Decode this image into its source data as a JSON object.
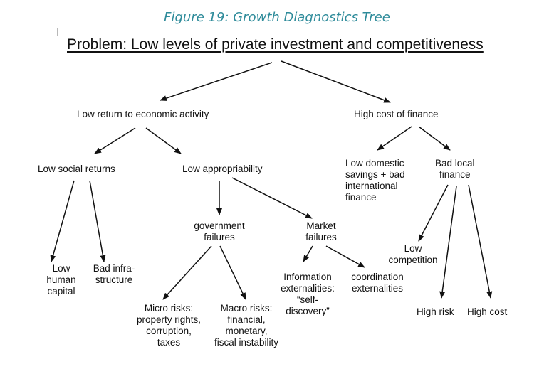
{
  "caption": "Figure 19: Growth Diagnostics Tree",
  "problem": "Problem: Low levels of private investment and competitiveness",
  "nodes": {
    "low_return": "Low return to economic activity",
    "high_cost_finance": "High cost of finance",
    "low_social_returns": "Low social returns",
    "low_appropriability": "Low appropriability",
    "low_domestic_savings": "Low domestic\nsavings + bad\ninternational\nfinance",
    "bad_local_finance": "Bad local\nfinance",
    "government_failures": "government\nfailures",
    "market_failures": "Market\nfailures",
    "low_human_capital": "Low\nhuman\ncapital",
    "bad_infrastructure": "Bad infra-\nstructure",
    "low_competition": "Low\ncompetition",
    "information_externalities": "Information\nexternalities:\n“self-\ndiscovery”",
    "coordination_externalities": "coordination\nexternalities",
    "micro_risks": "Micro risks:\nproperty rights,\ncorruption,\ntaxes",
    "macro_risks": "Macro risks:\nfinancial,\nmonetary,\nfiscal instability",
    "high_risk": "High risk",
    "high_cost": "High cost"
  },
  "colors": {
    "caption": "#2e8b9a",
    "text": "#111111",
    "arrow": "#111111"
  }
}
